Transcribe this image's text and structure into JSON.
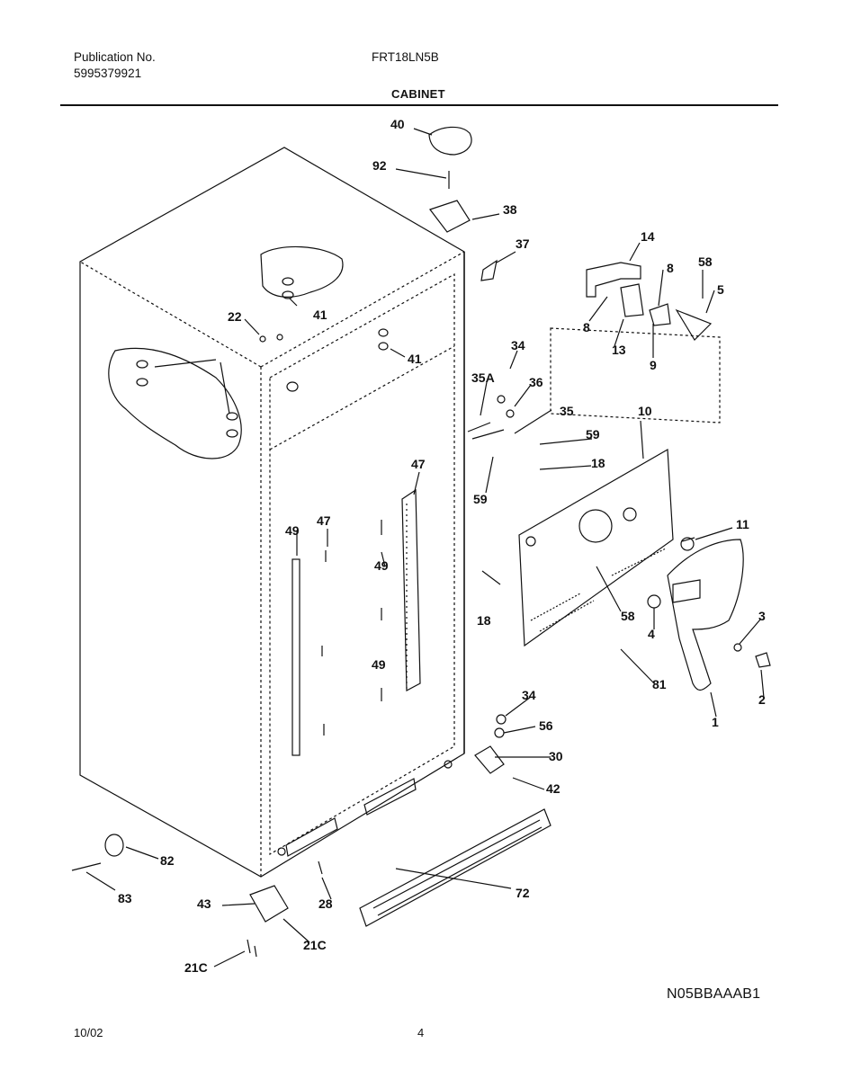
{
  "header": {
    "publication_label": "Publication No.",
    "publication_number": "5995379921",
    "model": "FRT18LN5B",
    "section_title": "CABINET"
  },
  "callouts": [
    "40",
    "92",
    "38",
    "37",
    "14",
    "8",
    "58",
    "5",
    "41",
    "22",
    "8",
    "13",
    "9",
    "41",
    "34",
    "35A",
    "36",
    "35",
    "59",
    "10",
    "18",
    "59",
    "47",
    "49",
    "47",
    "49",
    "11",
    "3",
    "58",
    "18",
    "4",
    "2",
    "49",
    "81",
    "1",
    "34",
    "56",
    "30",
    "42",
    "82",
    "72",
    "83",
    "43",
    "21C",
    "28",
    "21C"
  ],
  "footer": {
    "diagram_code": "N05BBAAAB1",
    "date": "10/02",
    "page_number": "4"
  }
}
